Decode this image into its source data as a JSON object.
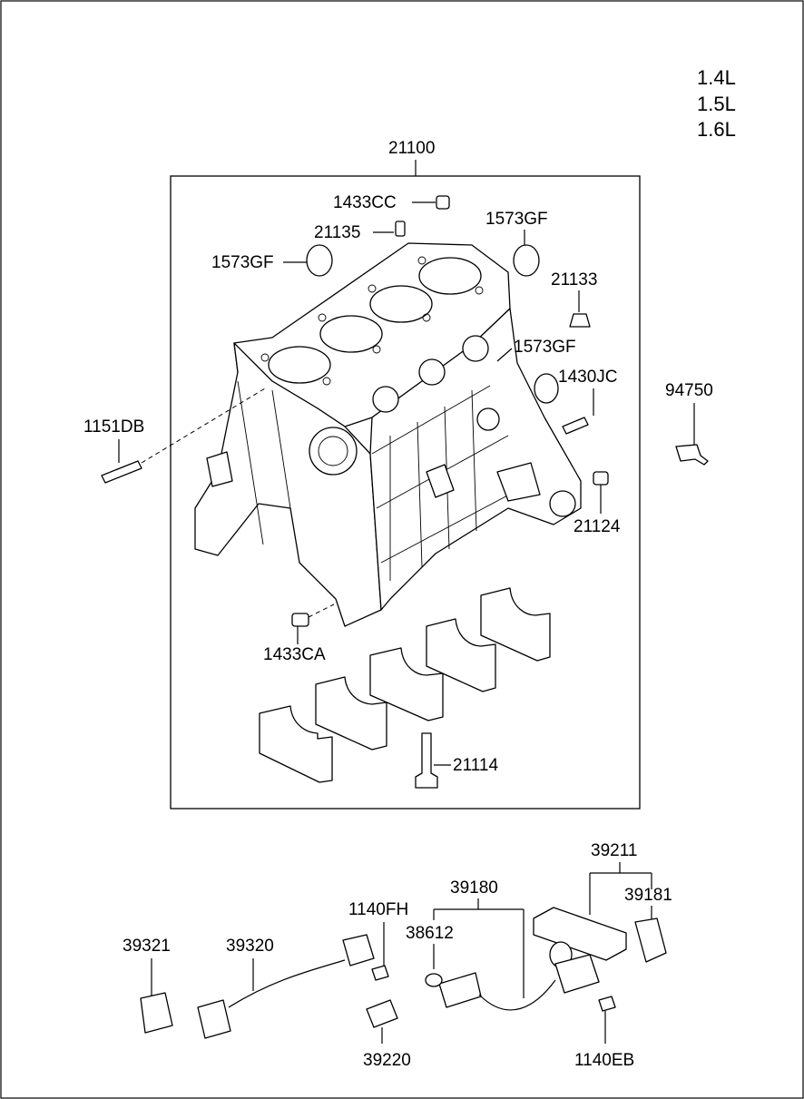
{
  "engine_versions": [
    "1.4L",
    "1.5L",
    "1.6L"
  ],
  "labels": {
    "p21100": "21100",
    "p1433CC": "1433CC",
    "p21135": "21135",
    "p1573GF_a": "1573GF",
    "p1573GF_b": "1573GF",
    "p1573GF_c": "1573GF",
    "p21133": "21133",
    "p1430JC": "1430JC",
    "p94750": "94750",
    "p1151DB": "1151DB",
    "p21124": "21124",
    "p1433CA": "1433CA",
    "p21114": "21114",
    "p39211": "39211",
    "p39180": "39180",
    "p39181": "39181",
    "p1140FH": "1140FH",
    "p38612": "38612",
    "p39321": "39321",
    "p39320": "39320",
    "p39220": "39220",
    "p1140EB": "1140EB"
  }
}
